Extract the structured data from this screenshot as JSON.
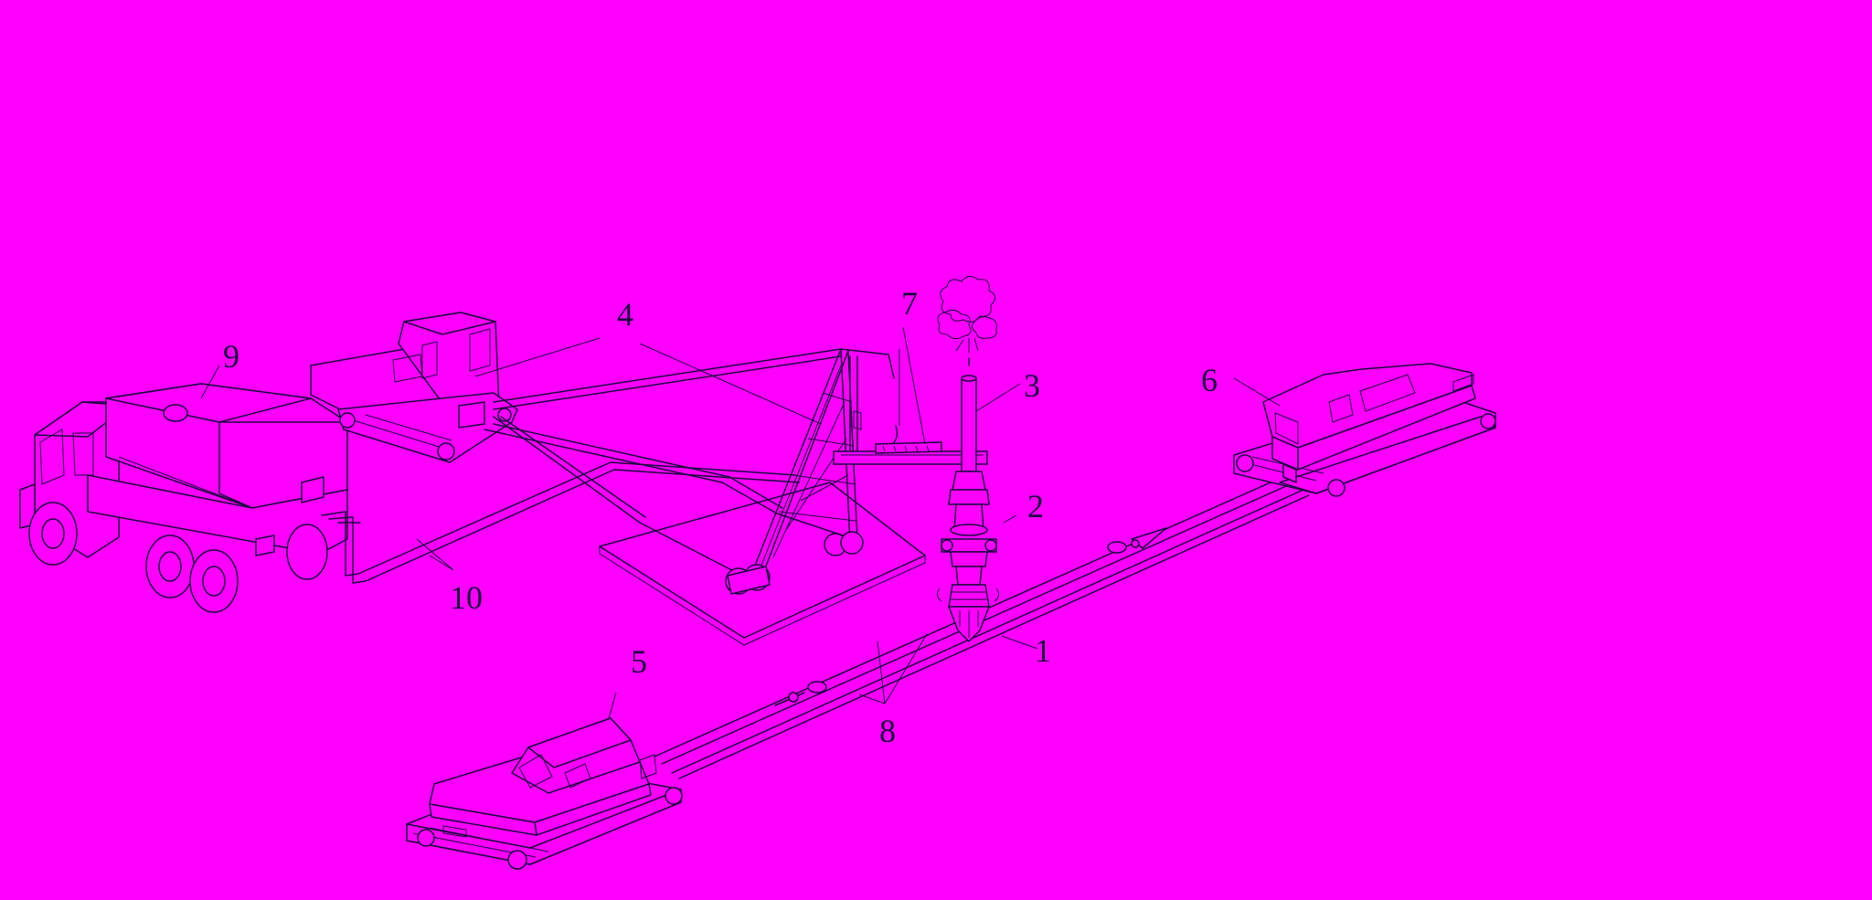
{
  "diagram": {
    "background": "#ff00ff",
    "line_color": "#1a0a40",
    "labels": {
      "l1": "1",
      "l2": "2",
      "l3": "3",
      "l4": "4",
      "l5": "5",
      "l6": "6",
      "l7": "7",
      "l8": "8",
      "l9": "9",
      "l10": "10"
    }
  }
}
